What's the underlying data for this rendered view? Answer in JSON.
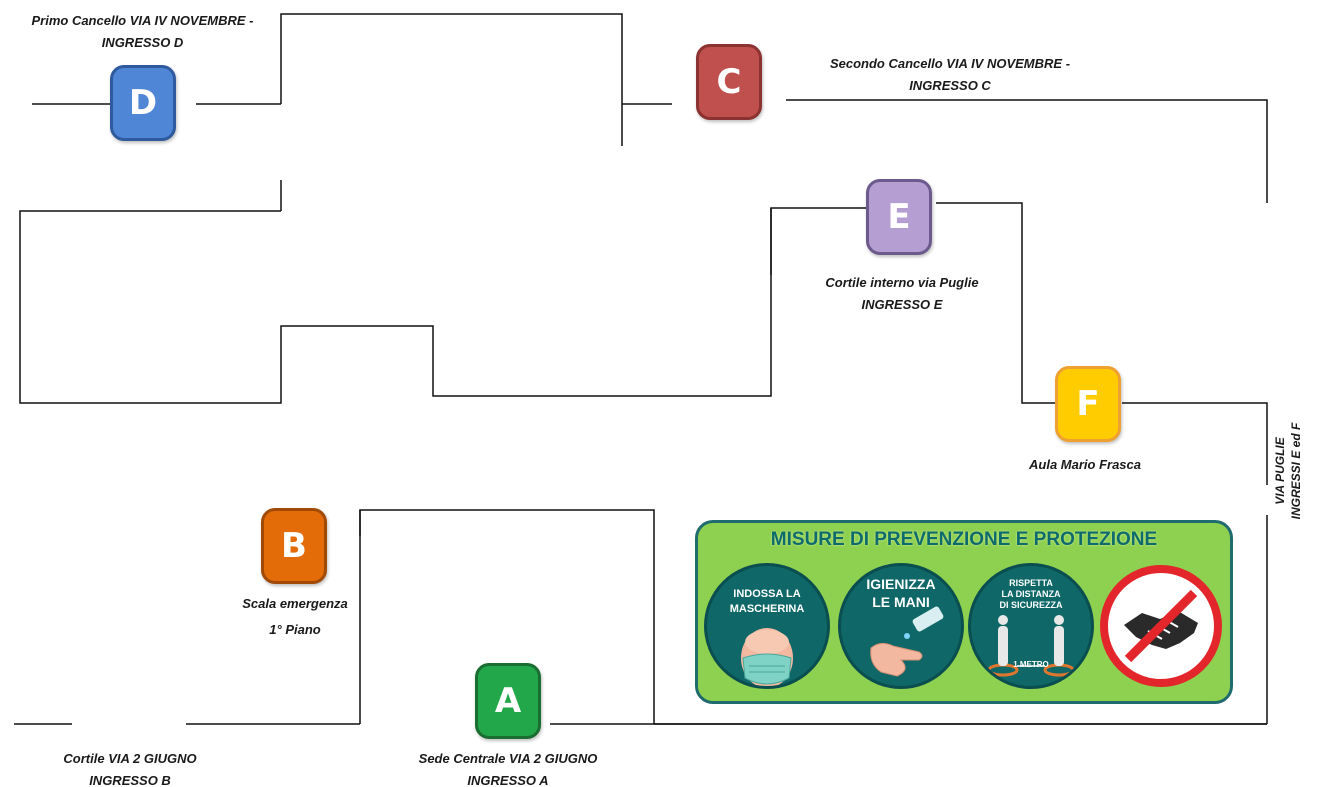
{
  "badges": {
    "d": {
      "letter": "D",
      "color": "#4f86d6",
      "border": "#2f5a9e"
    },
    "c": {
      "letter": "C",
      "color": "#c0504d",
      "border": "#8c3230"
    },
    "e": {
      "letter": "E",
      "color": "#b49ed2",
      "border": "#6d5a8c"
    },
    "f": {
      "letter": "F",
      "color": "#ffcc00",
      "border": "#f0a030"
    },
    "b": {
      "letter": "B",
      "color": "#e36c09",
      "border": "#a04a06"
    },
    "a": {
      "letter": "A",
      "color": "#22a84a",
      "border": "#1b6e32"
    }
  },
  "labels": {
    "d_line1": "Primo Cancello VIA IV NOVEMBRE -",
    "d_line2": "INGRESSO D",
    "c_line1": "Secondo Cancello VIA IV NOVEMBRE -",
    "c_line2": "INGRESSO C",
    "e_line1": "Cortile  interno via Puglie",
    "e_line2": "INGRESSO E",
    "f_line1": "Aula Mario Frasca",
    "b_line1": "Scala emergenza",
    "b_line2": "1° Piano",
    "courtyard_line1": "Cortile  VIA 2 GIUGNO",
    "courtyard_line2": "INGRESSO B",
    "a_line1": "Sede Centrale VIA 2 GIUGNO",
    "a_line2": "INGRESSO A",
    "side_line1": "VIA PUGLIE",
    "side_line2": "INGRESSI E ed F"
  },
  "panel": {
    "title": "MISURE DI PREVENZIONE E PROTEZIONE",
    "mask_line1": "INDOSSA LA",
    "mask_line2": "MASCHERINA",
    "hands_line1": "IGIENIZZA",
    "hands_line2": "LE MANI",
    "distance_line1": "RISPETTA",
    "distance_line2": "LA DISTANZA",
    "distance_line3": "DI SICUREZZA",
    "distance_meter": "1 METRO"
  }
}
